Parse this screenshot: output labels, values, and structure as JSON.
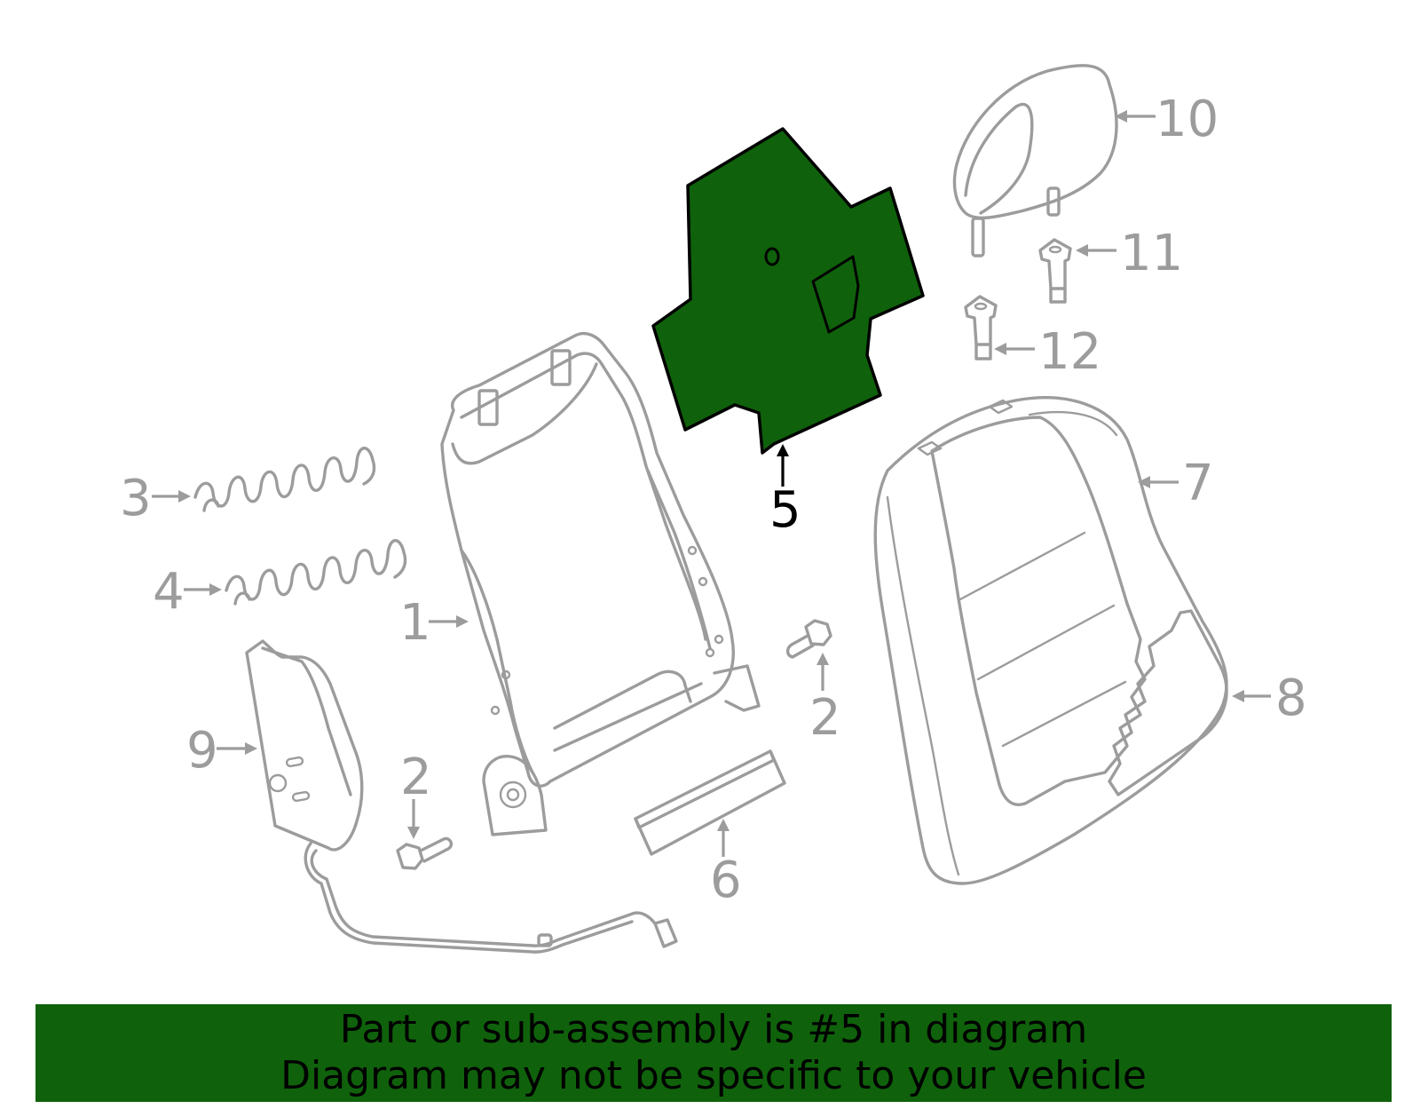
{
  "diagram": {
    "highlight_color": "#0f620b",
    "line_color": "#9c9c9c",
    "highlighted_part": "5",
    "callouts": {
      "c1": "1",
      "c2a": "2",
      "c2b": "2",
      "c3": "3",
      "c4": "4",
      "c5": "5",
      "c6": "6",
      "c7": "7",
      "c8": "8",
      "c9": "9",
      "c10": "10",
      "c11": "11",
      "c12": "12"
    }
  },
  "banner": {
    "line1": "Part or sub-assembly is #5 in diagram",
    "line2": "Diagram may not be specific to your vehicle"
  }
}
